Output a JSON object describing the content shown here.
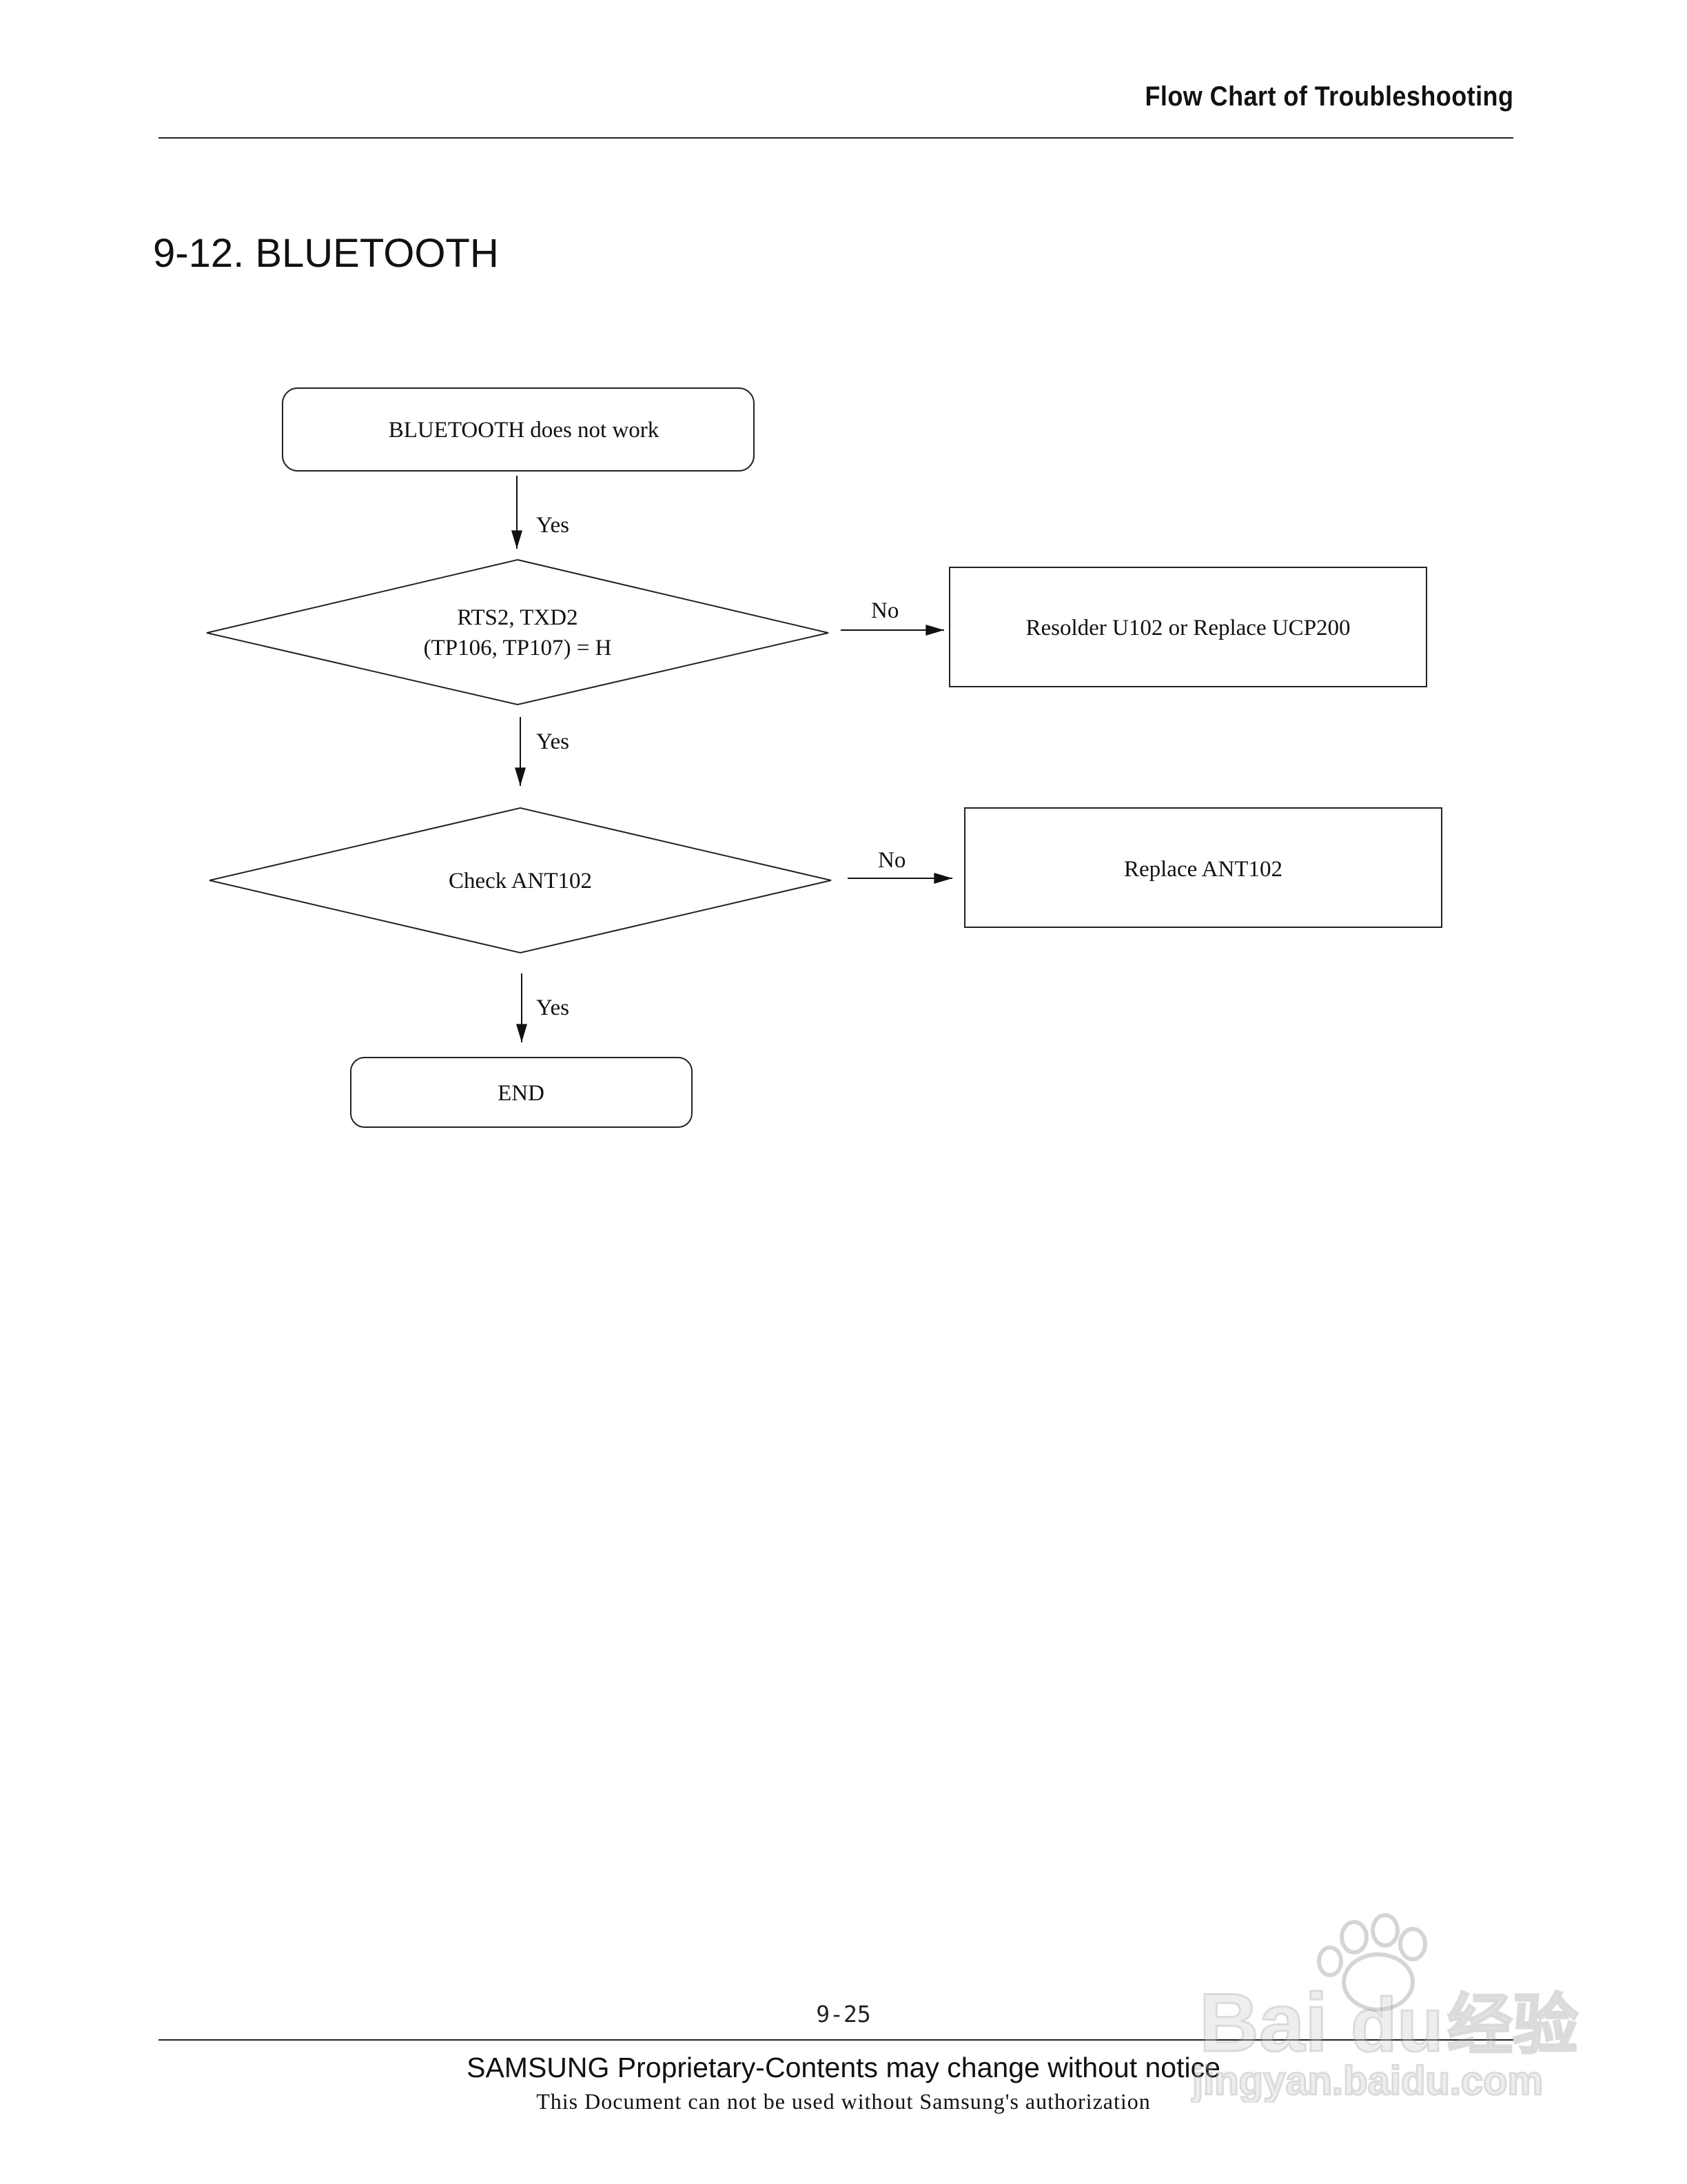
{
  "header": {
    "title": "Flow Chart of Troubleshooting"
  },
  "section": {
    "title": "9-12.  BLUETOOTH"
  },
  "flowchart": {
    "start": "BLUETOOTH does not work",
    "decision1": {
      "line1": "RTS2, TXD2",
      "line2": "(TP106, TP107) = H"
    },
    "action1": "Resolder U102 or Replace UCP200",
    "decision2": "Check ANT102",
    "action2": "Replace ANT102",
    "end": "END",
    "labels": {
      "yes": "Yes",
      "no": "No"
    }
  },
  "footer": {
    "page_number": "9-25",
    "notice": "SAMSUNG Proprietary-Contents may change without notice",
    "authorization": "This Document can not be used without Samsung's authorization"
  },
  "watermark": {
    "brand": "Baidu 经验",
    "url": "jingyan.baidu.com"
  }
}
